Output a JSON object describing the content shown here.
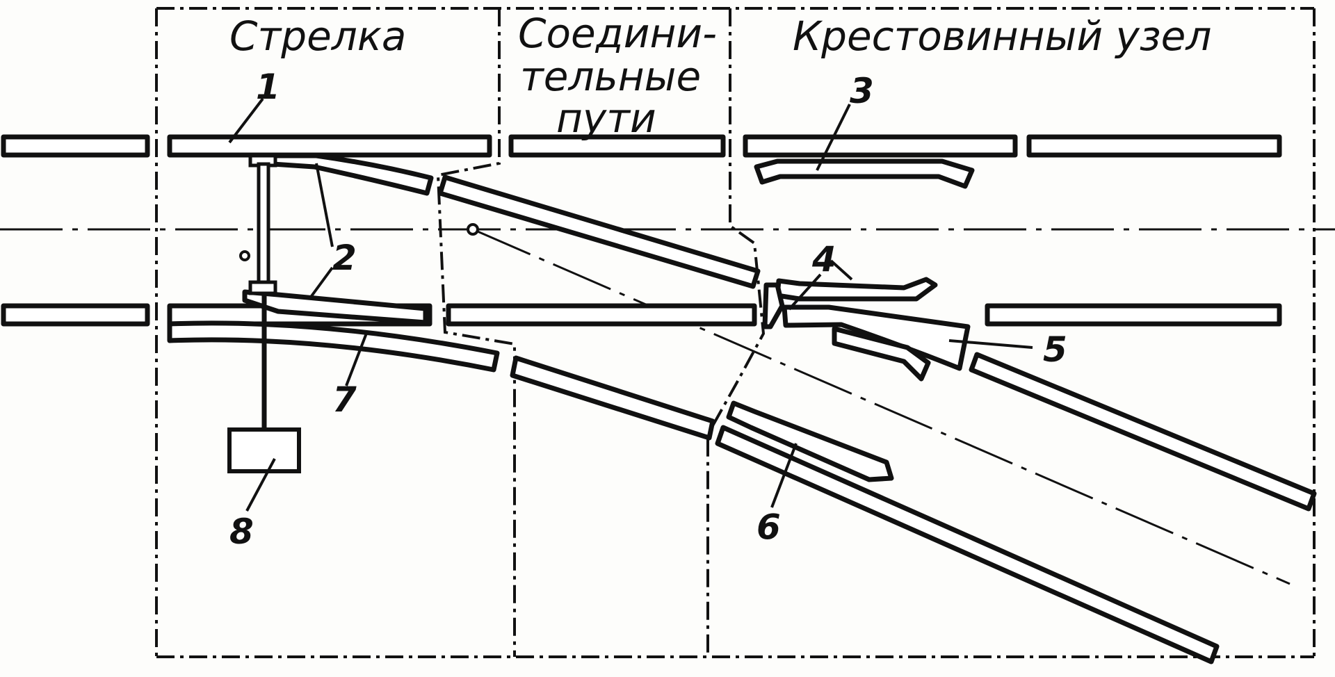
{
  "sections": {
    "switch": "Стрелка",
    "connecting_line1": "Соедини-",
    "connecting_line2": "тельные",
    "connecting_line3": "пути",
    "crossing": "Крестовинный  узел"
  },
  "callouts": {
    "c1": "1",
    "c2": "2",
    "c3": "3",
    "c4": "4",
    "c5": "5",
    "c6": "6",
    "c7": "7",
    "c8": "8"
  },
  "colors": {
    "ink": "#111111",
    "paper": "#fdfdfb"
  }
}
